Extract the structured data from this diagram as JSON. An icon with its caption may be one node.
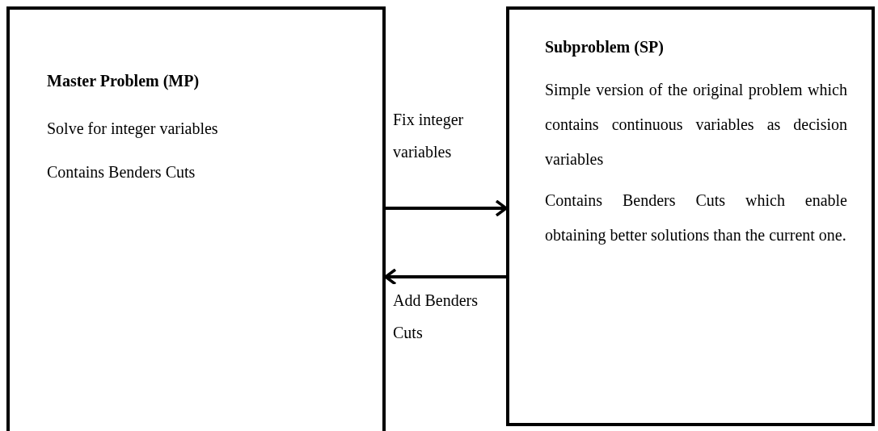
{
  "diagram": {
    "nodes": [
      {
        "text": [
          "Master Problem (MP)",
          "Solve for integer variables",
          "Contains Benders Cuts"
        ]
      },
      {
        "text": [
          "Subproblem (SP)",
          "Simple version of the original problem which contains continuous variables as decision variables",
          "Contains Benders Cuts which enable obtaining better solutions than the current one."
        ]
      }
    ],
    "edges": [
      {
        "from": 0,
        "to": 1,
        "arrow": "to",
        "label": "Fix integer variables"
      },
      {
        "from": 1,
        "to": 0,
        "arrow": "to",
        "label": "Add Benders Cuts"
      }
    ]
  }
}
